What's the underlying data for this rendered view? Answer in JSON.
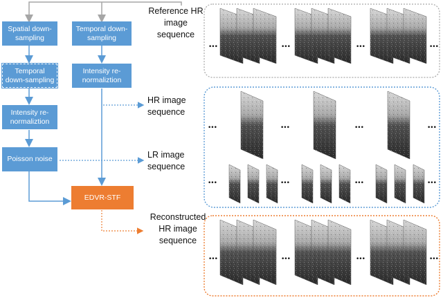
{
  "boxes": {
    "spatial_down": "Spatial down-sampling",
    "temporal_down_right": "Temporal down-sampling",
    "temporal_down_left": "Temporal down-sampling",
    "intensity_right": "Intensity re-normaliztion",
    "intensity_left": "Intensity re-normaliztion",
    "poisson": "Poisson noise",
    "edvr": "EDVR-STF"
  },
  "labels": {
    "reference": "Reference HR\nimage\nsequence",
    "hr": "HR image\nsequence",
    "lr": "LR image\nsequence",
    "reconstructed": "Reconstructed\nHR image\nsequence"
  },
  "ellipsis": "•••",
  "colors": {
    "box_blue": "#5b9bd5",
    "box_orange": "#ed7d31",
    "arrow_gray": "#a6a6a6",
    "dotted_blue": "#5b9bd5",
    "dotted_orange": "#ed7d31",
    "panel_gray": "#a6a6a6"
  }
}
